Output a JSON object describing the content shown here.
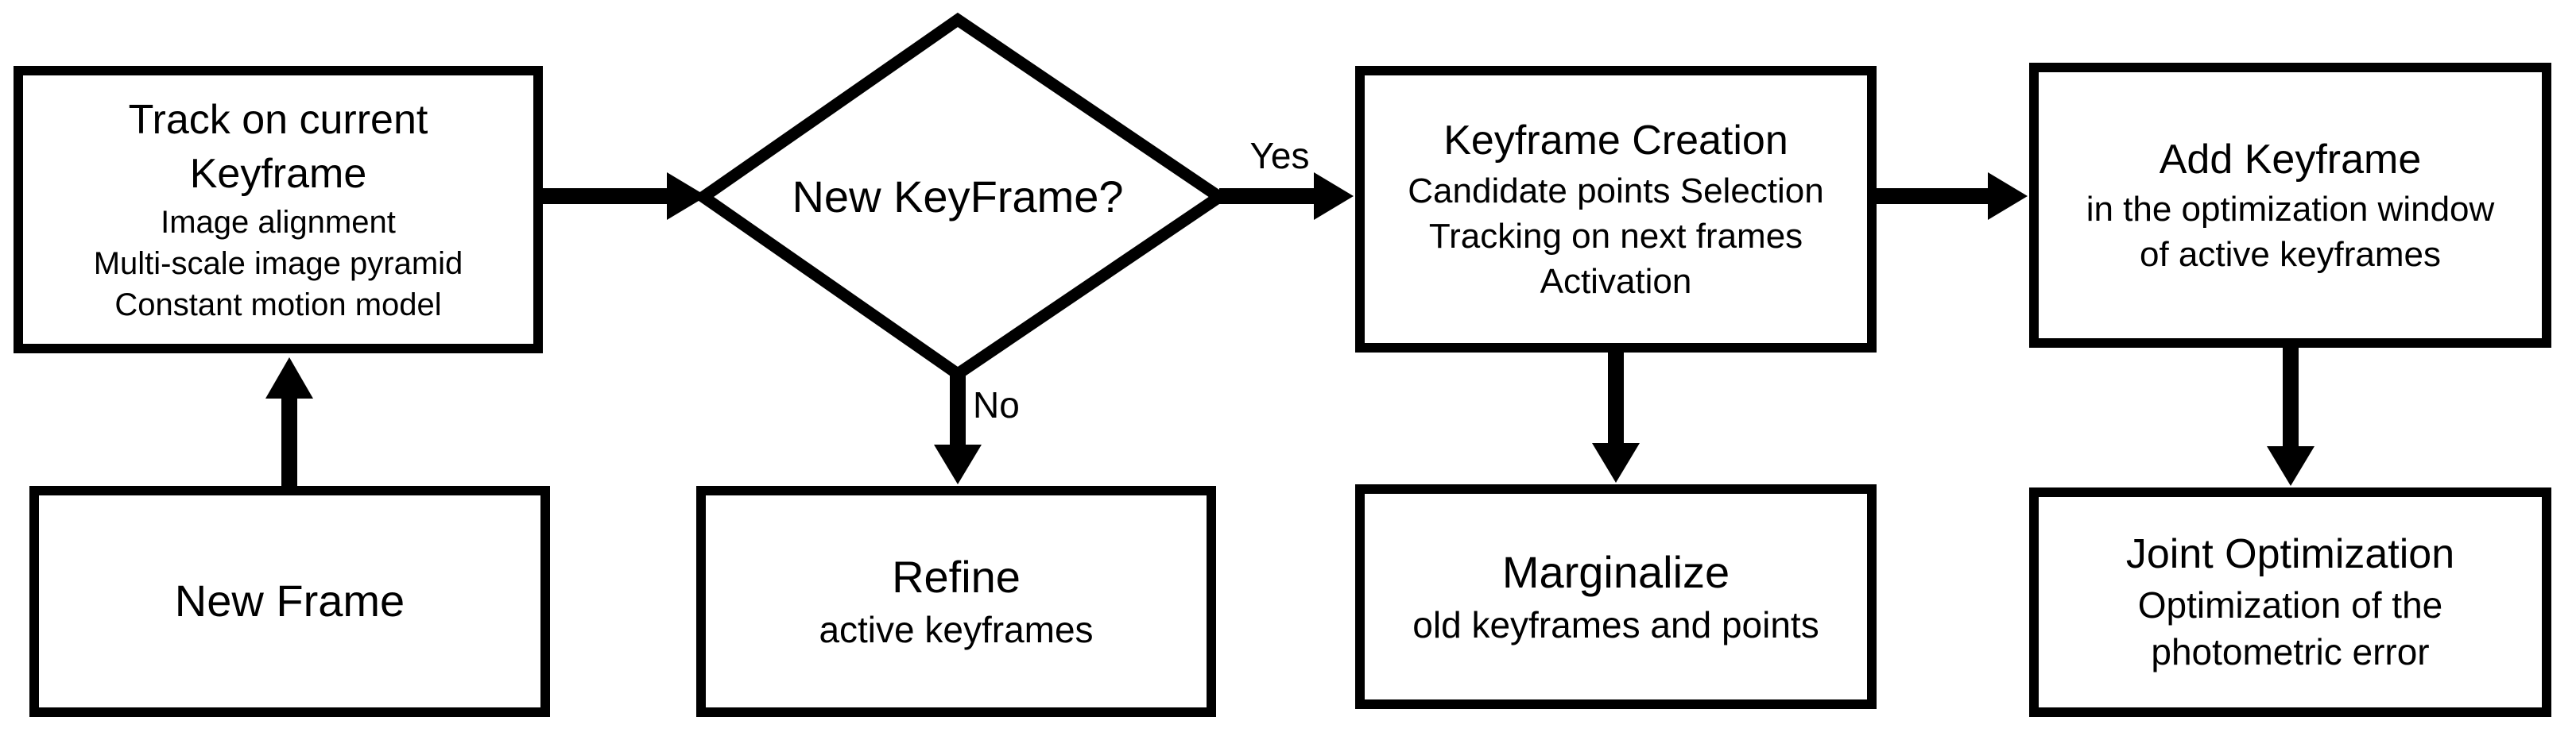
{
  "diagram": {
    "nodes": {
      "track": {
        "title_lines": [
          "Track on current",
          "Keyframe"
        ],
        "details": [
          "Image alignment",
          "Multi-scale image pyramid",
          "Constant motion model"
        ]
      },
      "decision": {
        "label": "New KeyFrame?"
      },
      "keyframe_creation": {
        "title_lines": [
          "Keyframe Creation"
        ],
        "details": [
          "Candidate points Selection",
          "Tracking on next frames",
          "Activation"
        ]
      },
      "add_keyframe": {
        "title_lines": [
          "Add Keyframe"
        ],
        "details": [
          "in the optimization window",
          "of active keyframes"
        ]
      },
      "new_frame": {
        "title_lines": [
          "New Frame"
        ],
        "details": []
      },
      "refine": {
        "title_lines": [
          "Refine"
        ],
        "details": [
          "active keyframes"
        ]
      },
      "marginalize": {
        "title_lines": [
          "Marginalize"
        ],
        "details": [
          "old keyframes and points"
        ]
      },
      "joint_optimization": {
        "title_lines": [
          "Joint Optimization"
        ],
        "details": [
          "Optimization of the",
          "photometric error"
        ]
      }
    },
    "edge_labels": {
      "yes": "Yes",
      "no": "No"
    },
    "colors": {
      "stroke": "#000000",
      "fill": "#ffffff",
      "text": "#000000"
    }
  }
}
